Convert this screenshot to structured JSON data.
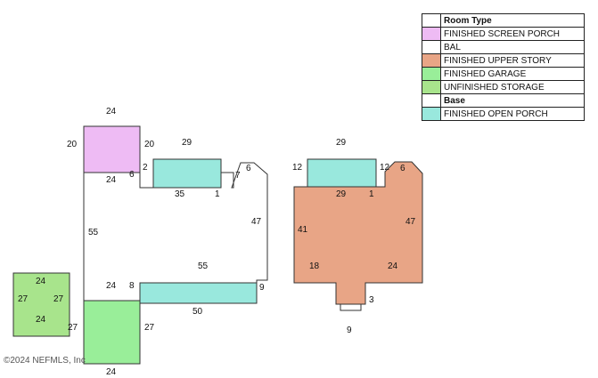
{
  "legend": {
    "header": "Room Type",
    "rows": [
      {
        "label": "FINISHED SCREEN PORCH",
        "color": "#eebbf4"
      },
      {
        "label": "BAL",
        "color": "#ffffff"
      },
      {
        "label": "FINISHED UPPER STORY",
        "color": "#e8a586"
      },
      {
        "label": "FINISHED GARAGE",
        "color": "#99ee99"
      },
      {
        "label": "UNFINISHED STORAGE",
        "color": "#a8e48c"
      },
      {
        "label": "Base",
        "color": "#ffffff",
        "bold": true
      },
      {
        "label": "FINISHED OPEN PORCH",
        "color": "#99e8dd"
      }
    ]
  },
  "colors": {
    "screen_porch": "#eebbf4",
    "upper_story": "#e8a586",
    "garage": "#99ee99",
    "storage": "#a8e48c",
    "open_porch": "#99e8dd",
    "base": "#ffffff",
    "outline": "#333333"
  },
  "dimensions": {
    "screen_porch_top": "24",
    "screen_porch_left": "20",
    "screen_porch_right": "20",
    "screen_porch_bottom": "24",
    "notch_a": "6",
    "notch_b": "2",
    "front_porch_top": "29",
    "front_porch_bottom": "35",
    "front_porch_step": "1",
    "corner_a": "7",
    "corner_b": "6",
    "base_right": "47",
    "base_left": "55",
    "base_interior": "55",
    "rear_porch_left": "8",
    "rear_porch_right": "9",
    "rear_porch_bottom": "50",
    "garage_top": "24",
    "garage_left": "27",
    "garage_right": "27",
    "garage_bottom": "24",
    "storage_top": "24",
    "storage_left": "27",
    "storage_right": "27",
    "storage_bottom": "24",
    "upper_porch_top": "29",
    "upper_left_a": "12",
    "upper_right_a": "12",
    "upper_porch_bottom": "29",
    "upper_step": "1",
    "upper_corner": "6",
    "upper_left": "41",
    "upper_right": "47",
    "upper_inner_left": "18",
    "upper_inner_right": "24",
    "upper_bay": "3",
    "upper_bottom": "9"
  },
  "copyright": "©2024 NEFMLS, Inc"
}
